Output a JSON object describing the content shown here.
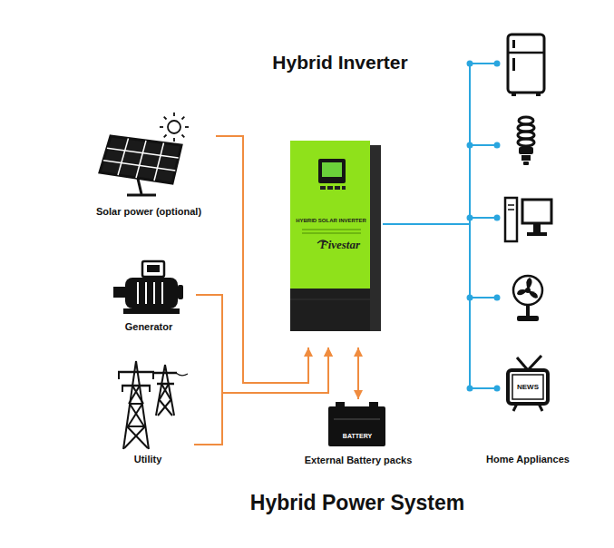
{
  "diagram": {
    "title": "Hybrid Inverter",
    "caption": "Hybrid Power System",
    "nodes": [
      {
        "text": [
          "Solar power (optional)"
        ]
      },
      {
        "text": [
          "Generator"
        ]
      },
      {
        "text": [
          "Utility"
        ]
      },
      {
        "text": [
          "HYBRID SOLAR INVERTER",
          "Fivestar"
        ]
      },
      {
        "text": [
          "BATTERY",
          "External Battery packs"
        ]
      },
      {
        "text": [
          "Home Appliances"
        ]
      },
      {
        "text": [
          "NEWS"
        ],
        "in": 5
      }
    ],
    "edges": [
      {
        "from": 0,
        "to": 3,
        "arrow": "to"
      },
      {
        "from": 1,
        "to": 3,
        "arrow": "to"
      },
      {
        "from": 2,
        "to": 3,
        "arrow": "to"
      },
      {
        "from": 3,
        "to": 4,
        "arrow": "both"
      },
      {
        "from": 3,
        "to": 5,
        "arrow": "none"
      }
    ]
  }
}
